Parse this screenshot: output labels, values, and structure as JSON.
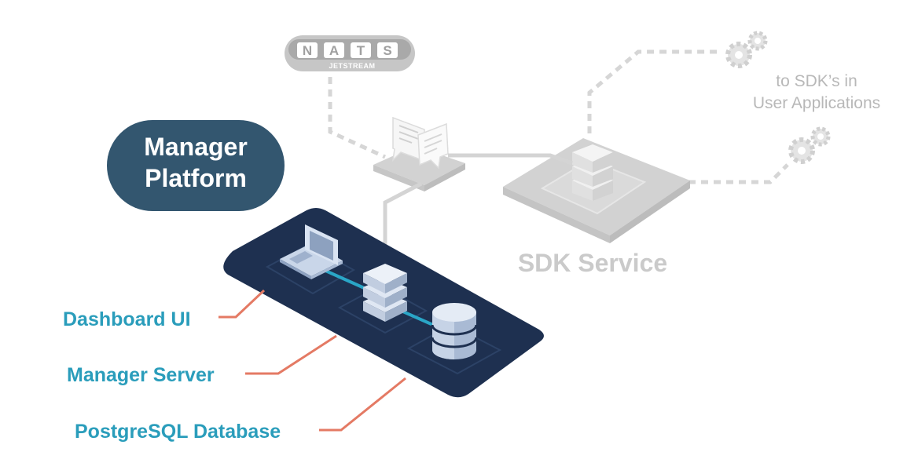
{
  "manager_badge": {
    "line1": "Manager",
    "line2": "Platform"
  },
  "labels": {
    "dashboard": "Dashboard UI",
    "server": "Manager Server",
    "database": "PostgreSQL Database",
    "sdk_service": "SDK Service",
    "sdk_apps_line1": "to SDK’s in",
    "sdk_apps_line2": "User Applications"
  },
  "nats_logo": {
    "letters": [
      "N",
      "A",
      "T",
      "S"
    ],
    "sub": "JETSTREAM"
  },
  "colors": {
    "badge": "#33566f",
    "platform": "#1e3050",
    "label_blue": "#2a9dbb",
    "connector_orange": "#e47a64",
    "link_teal": "#2aa6c7",
    "faded_gray": "#cfcfcf",
    "faded_text": "#b4b4b4"
  }
}
